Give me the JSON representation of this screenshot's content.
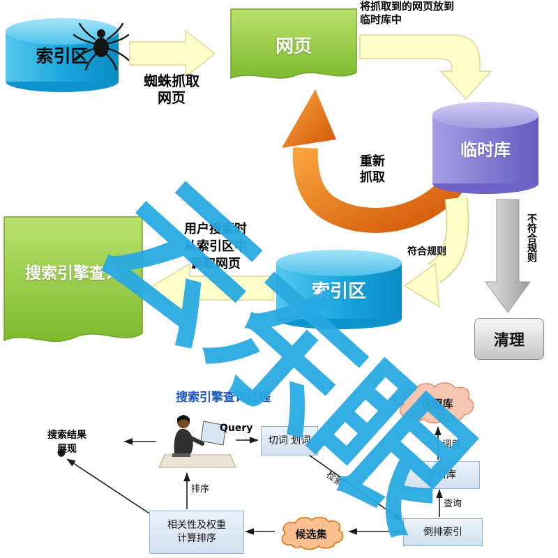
{
  "watermark": "云东眼",
  "colors": {
    "watermark_blue": "#29a9e1",
    "cylinder_blue": "#17a5dc",
    "cylinder_purple": "#8279d2",
    "page_green": "#8cc63f",
    "arrow_yellow": "#ffffc9",
    "arrow_orange": "#e8720c",
    "arrow_gray": "#bfbfbf",
    "box_blue_fill": "#dce6f2"
  },
  "top": {
    "source_db": "索引区",
    "crawl_note": [
      "蜘蛛抓取",
      "网页"
    ],
    "webpage": "网页",
    "store_note": [
      "将抓取到的网页放到",
      "临时库中"
    ],
    "temp_db": "临时库",
    "recrawl_note": [
      "重新",
      "抓取"
    ],
    "rule_fail": "不符合规则",
    "rule_pass": "符合规则",
    "clean": "清理",
    "index_db": "索引区",
    "query_page": "搜索引擎查询",
    "fetch_note": [
      "用户搜索时",
      "从索引区中",
      "调取网页"
    ]
  },
  "bottom": {
    "title": "搜索引擎查询过程",
    "query": "Query",
    "segment": "切词 划词",
    "snapshot": "快照库",
    "index_store": "索引库",
    "inverted_index": "倒排索引",
    "candidate": "候选集",
    "rank": [
      "相关性及权重",
      "计算排序"
    ],
    "labels": {
      "call": "调用",
      "query": "查询",
      "retrieve": "检索",
      "sort": "排序"
    },
    "result": [
      "搜索结果",
      "展现"
    ]
  }
}
